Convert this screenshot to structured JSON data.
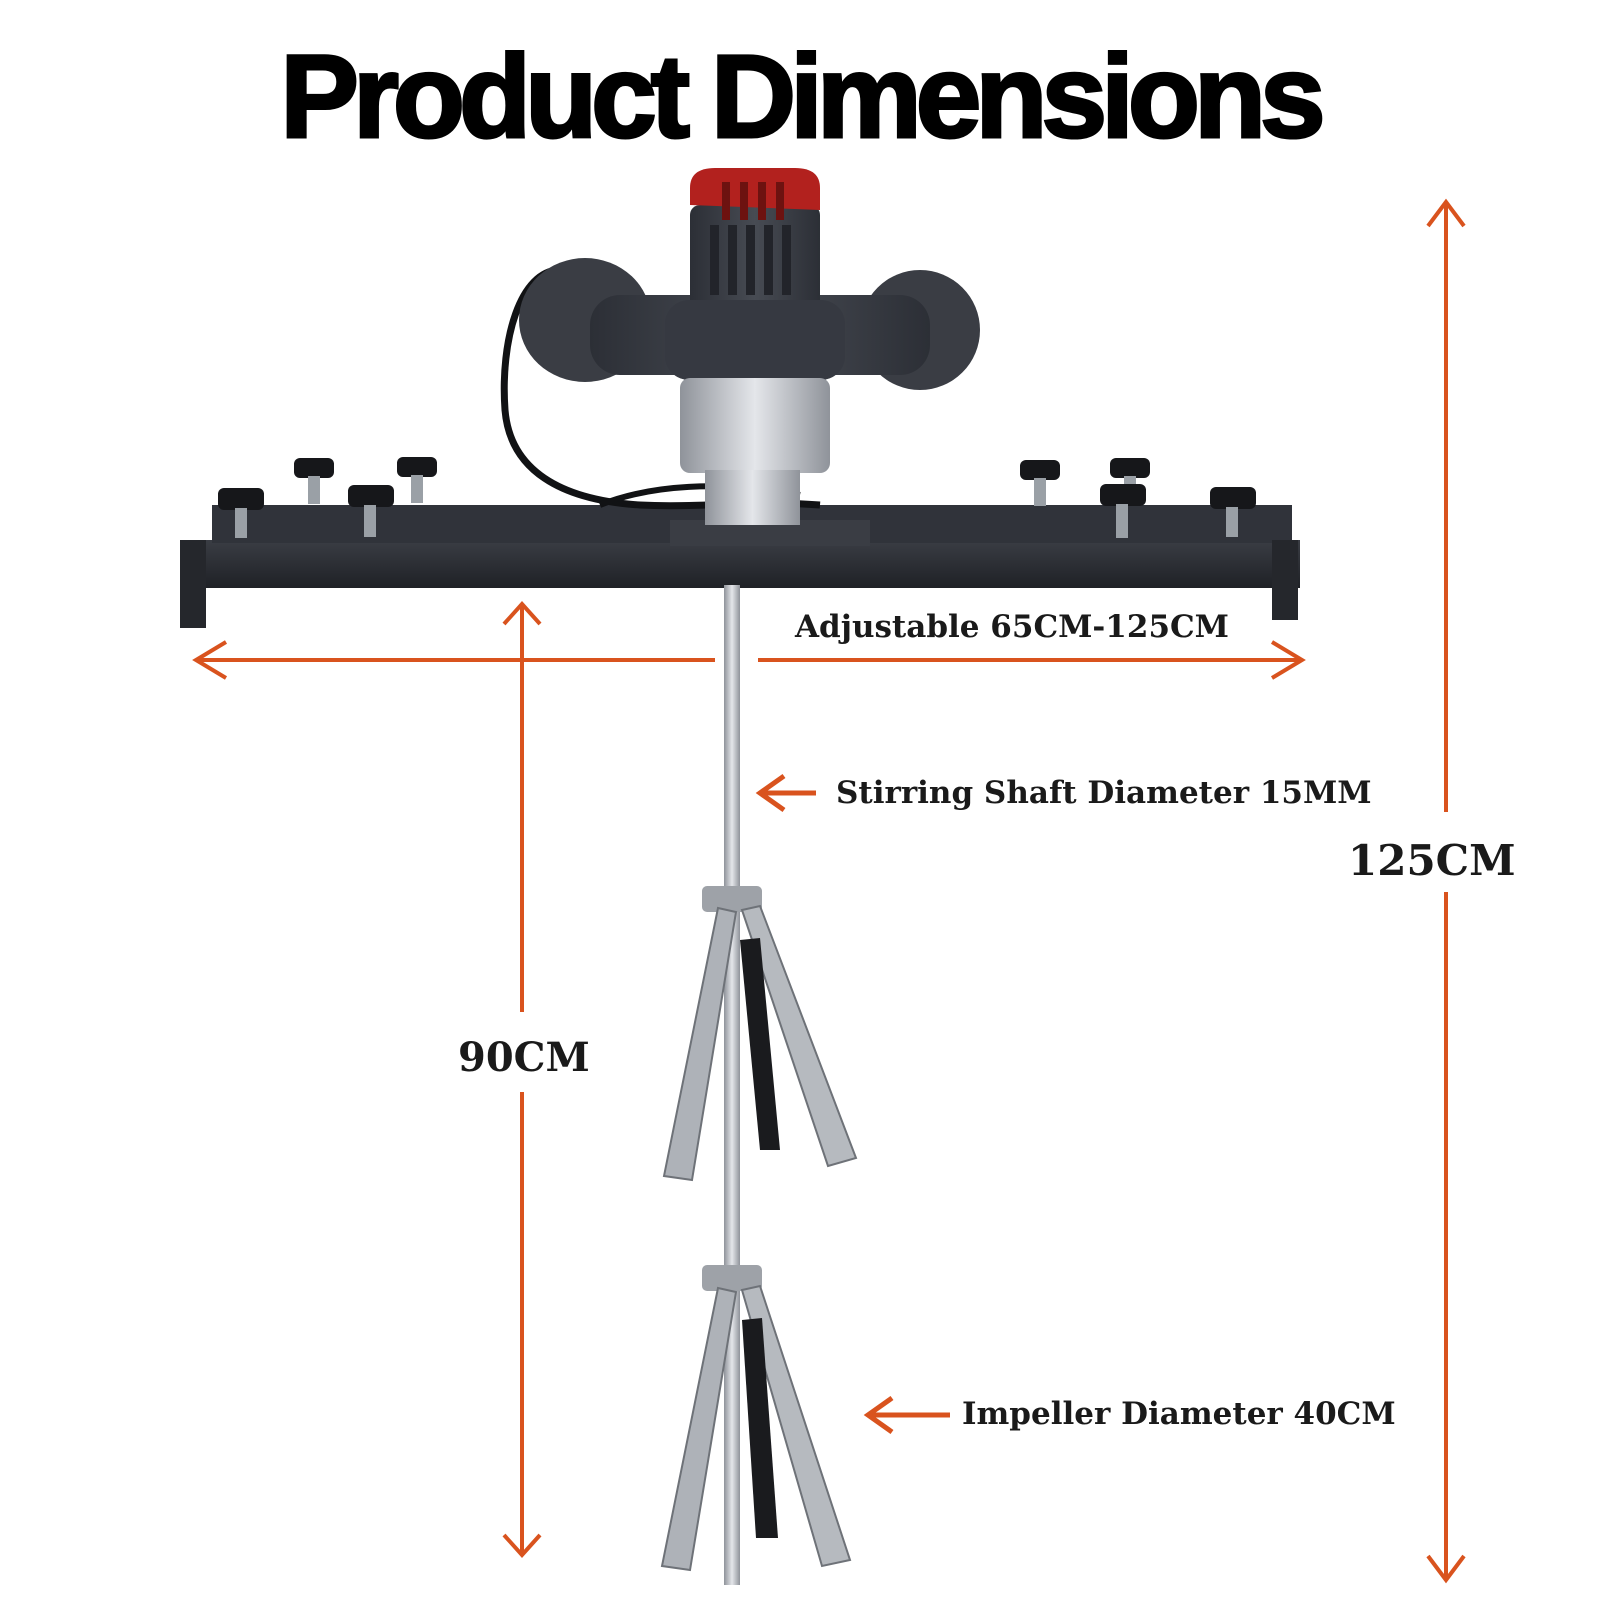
{
  "title": "Product Dimensions",
  "labels": {
    "adjustable": "Adjustable 65CM-125CM",
    "shaft": "Stirring Shaft Diameter 15MM",
    "impeller": "Impeller Diameter 40CM",
    "depth": "90CM",
    "height": "125CM"
  },
  "colors": {
    "arrow": "#d9531e",
    "frame": "#2b2d33",
    "motor_cap": "#b2211e",
    "steel": "#b9bcc2"
  },
  "icons": {
    "dimension_arrow": "double-headed-arrow",
    "pointer_arrow": "left-arrow"
  }
}
